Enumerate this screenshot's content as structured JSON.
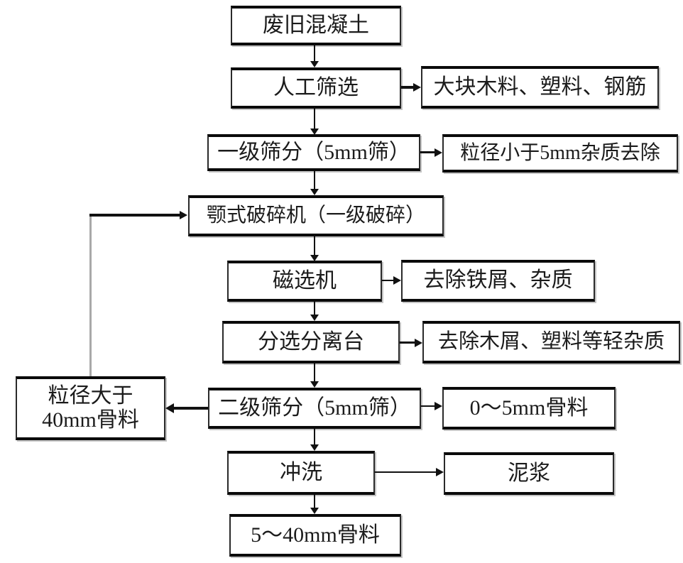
{
  "nodes": {
    "waste_concrete": "废旧混凝土",
    "manual_screening": "人工筛选",
    "large_debris": "大块木料、塑料、钢筋",
    "primary_screening": "一级筛分（5mm筛）",
    "fine_impurities_removed": "粒径小于5mm杂质去除",
    "jaw_crusher": "颚式破碎机（一级破碎）",
    "magnetic_separator": "磁选机",
    "iron_removal": "去除铁屑、杂质",
    "sorting_table": "分选分离台",
    "light_impurities_removal": "去除木屑、塑料等轻杂质",
    "secondary_screening": "二级筛分（5mm筛）",
    "oversize_aggregate_line1": "粒径大于",
    "oversize_aggregate_line2": "40mm骨料",
    "fine_aggregate": "0～5mm骨料",
    "washing": "冲洗",
    "slurry": "泥浆",
    "product_aggregate": "5～40mm骨料"
  },
  "colors": {
    "line": "#111111",
    "feedback_vertical": "#a9a9a9",
    "box_border": "#0a0a0a",
    "background": "#ffffff",
    "text": "#1b1b1b"
  }
}
